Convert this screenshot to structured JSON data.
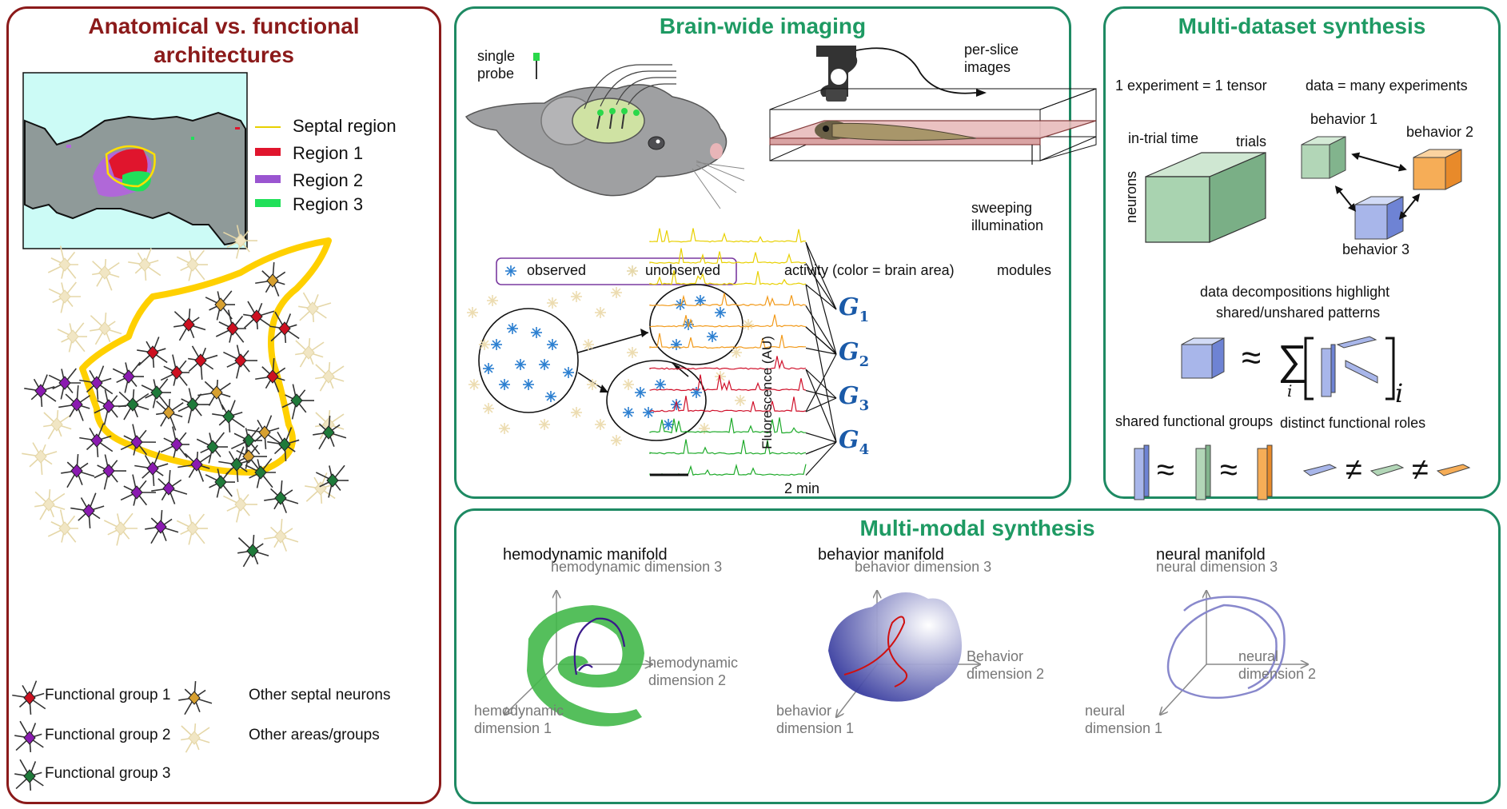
{
  "panels": {
    "anatomical": {
      "title_line1": "Anatomical vs. functional",
      "title_line2": "architectures",
      "map_legend": [
        {
          "label": "Septal region",
          "color": "#e8d000"
        },
        {
          "label": "Region 1",
          "color": "#e0152d"
        },
        {
          "label": "Region 2",
          "color": "#9a55d0"
        },
        {
          "label": "Region 3",
          "color": "#21e05a"
        }
      ],
      "neuron_legend": {
        "group1": "Functional group 1",
        "group2": "Functional group 2",
        "group3": "Functional group 3",
        "septal": "Other septal neurons",
        "other": "Other areas/groups"
      },
      "colors": {
        "group1": "#cc1020",
        "group2": "#8a1ab0",
        "group3": "#1f7a3a",
        "septal": "#d7a030",
        "other": "#f1e6c4",
        "outline": "#ffd000"
      }
    },
    "brainwide": {
      "title": "Brain-wide imaging",
      "single_probe": "single\nprobe",
      "per_slice": "per-slice\nimages",
      "sweeping": "sweeping\nillumination",
      "observed": "observed",
      "unobserved": "unobserved",
      "activity_label": "activity (color = brain area)",
      "modules_label": "modules",
      "ylabel": "Fluorescence (AU)",
      "scalebar": "2 min",
      "modules": [
        "G",
        "G",
        "G",
        "G"
      ],
      "module_subs": [
        "1",
        "2",
        "3",
        "4"
      ],
      "trace_colors": [
        "#e8d000",
        "#e8d000",
        "#e8d000",
        "#f29a1a",
        "#f29a1a",
        "#f29a1a",
        "#d0102a",
        "#d0102a",
        "#d0102a",
        "#1eaa2a",
        "#1eaa2a",
        "#1eaa2a"
      ]
    },
    "multidataset": {
      "title": "Multi-dataset synthesis",
      "one_experiment": "1 experiment = 1 tensor",
      "data_many": "data = many experiments",
      "in_trial": "in-trial time",
      "trials": "trials",
      "neurons": "neurons",
      "behavior1": "behavior 1",
      "behavior2": "behavior 2",
      "behavior3": "behavior 3",
      "decomp_line1": "data decompositions highlight",
      "decomp_line2": "shared/unshared patterns",
      "shared": "shared functional groups",
      "distinct": "distinct functional roles",
      "approx": "≈",
      "neq": "≠",
      "sum_sub": "i",
      "bracket_sub": "i",
      "sigma": "∑"
    },
    "multimodal": {
      "title": "Multi-modal synthesis",
      "manifolds": [
        {
          "title": "hemodynamic manifold",
          "dim3": "hemodynamic dimension 3",
          "dim2_l1": "hemodynamic",
          "dim2_l2": "dimension 2",
          "dim1_l1": "hemodynamic",
          "dim1_l2": "dimension 1"
        },
        {
          "title": "behavior manifold",
          "dim3": "behavior dimension 3",
          "dim2_l1": "Behavior",
          "dim2_l2": "dimension 2",
          "dim1_l1": "behavior",
          "dim1_l2": "dimension 1"
        },
        {
          "title": "neural manifold",
          "dim3": "neural dimension 3",
          "dim2_l1": "neural",
          "dim2_l2": "dimension 2",
          "dim1_l1": "neural",
          "dim1_l2": "dimension 1"
        }
      ]
    }
  }
}
